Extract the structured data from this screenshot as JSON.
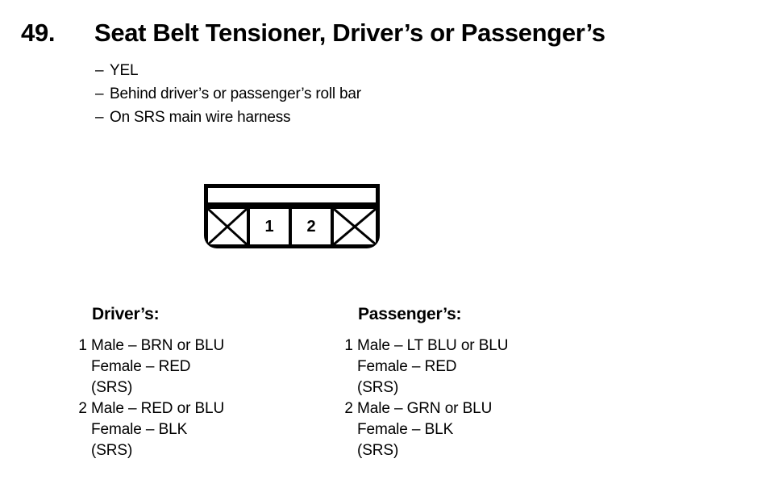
{
  "header": {
    "number": "49.",
    "title": "Seat Belt Tensioner, Driver’s or Passenger’s"
  },
  "spec_list": {
    "dash": "–",
    "items": [
      "YEL",
      "Behind driver’s or passenger’s roll bar",
      "On SRS main wire harness"
    ]
  },
  "connector": {
    "cells": [
      {
        "type": "blank",
        "label": ""
      },
      {
        "type": "numbered",
        "label": "1"
      },
      {
        "type": "numbered",
        "label": "2"
      },
      {
        "type": "blank",
        "label": ""
      }
    ]
  },
  "pin_tables": [
    {
      "heading": "Driver’s:",
      "entries": [
        {
          "pin": "1",
          "lines": [
            "Male – BRN or BLU",
            "Female – RED",
            "(SRS)"
          ]
        },
        {
          "pin": "2",
          "lines": [
            "Male – RED or BLU",
            "Female – BLK",
            "(SRS)"
          ]
        }
      ]
    },
    {
      "heading": "Passenger’s:",
      "entries": [
        {
          "pin": "1",
          "lines": [
            "Male – LT BLU or BLU",
            "Female – RED",
            "(SRS)"
          ]
        },
        {
          "pin": "2",
          "lines": [
            "Male – GRN or BLU",
            "Female – BLK",
            "(SRS)"
          ]
        }
      ]
    }
  ],
  "colors": {
    "ink": "#000000",
    "paper": "#ffffff"
  }
}
